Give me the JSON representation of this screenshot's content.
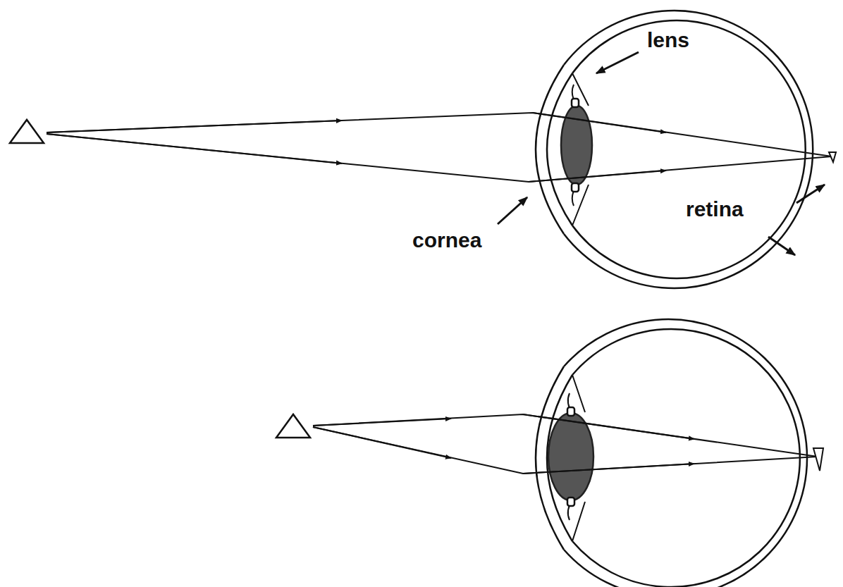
{
  "diagram": {
    "labels": [
      "lens",
      "retina",
      "cornea"
    ]
  }
}
